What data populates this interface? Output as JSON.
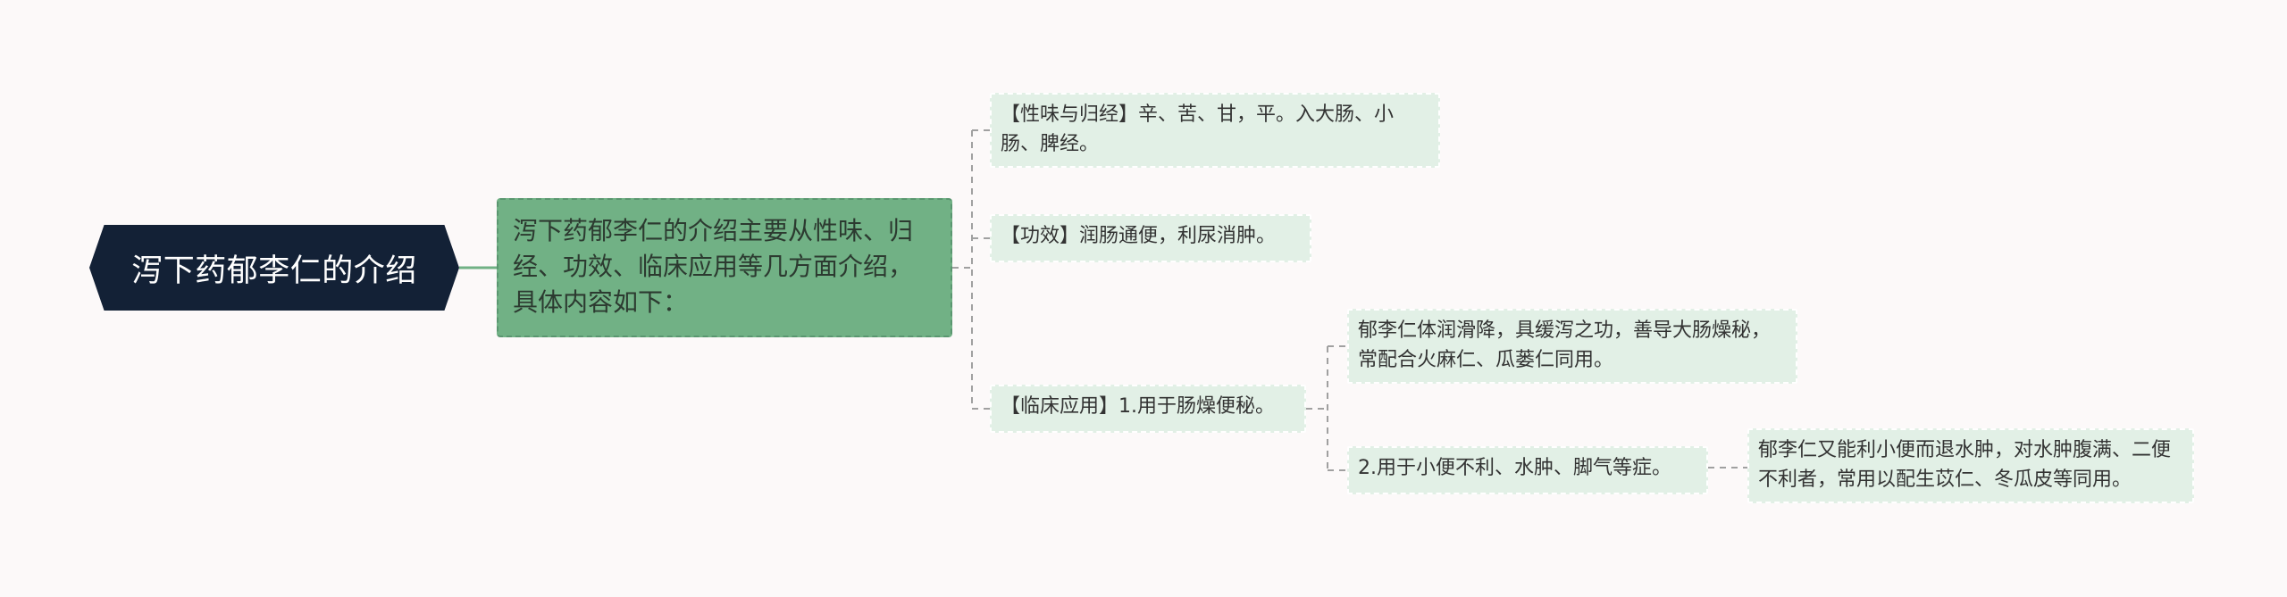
{
  "mindmap": {
    "root": "泻下药郁李仁的介绍",
    "summary": "泻下药郁李仁的介绍主要从性味、归经、功效、临床应用等几方面介绍，具体内容如下：",
    "branches": {
      "xingwei": "【性味与归经】辛、苦、甘，平。入大肠、小肠、脾经。",
      "gongxiao": "【功效】润肠通便，利尿消肿。",
      "linchuang": "【临床应用】1.用于肠燥便秘。",
      "runjiang": "郁李仁体润滑降，具缓泻之功，善导大肠燥秘，常配合火麻仁、瓜蒌仁同用。",
      "xiaobian": "2.用于小便不利、水肿、脚气等症。",
      "lishui": "郁李仁又能利小便而退水肿，对水肿腹满、二便不利者，常用以配生苡仁、冬瓜皮等同用。"
    },
    "colors": {
      "background": "#fcf9f9",
      "root_fill": "#132136",
      "summary_fill": "#71b185",
      "leaf_fill": "#e2f0e6",
      "connector": "#a0a0a0",
      "root_connector": "#71b185"
    }
  }
}
